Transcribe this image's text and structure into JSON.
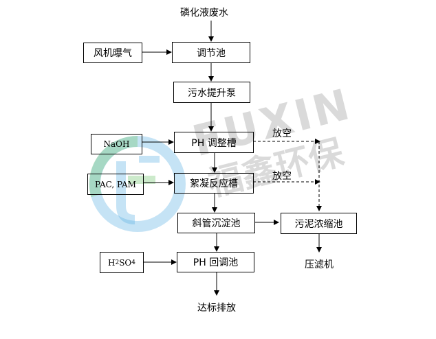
{
  "diagram": {
    "source_label": "磷化液废水",
    "tank_main": "调节池",
    "aeration": "风机曝气",
    "pump": "污水提升泵",
    "ph_tank": "PH 调整槽",
    "naoh": "NaOH",
    "vent_1": "放空",
    "coag_tank": "絮凝反应槽",
    "pac_pam": "PAC, PAM",
    "vent_2": "放空",
    "settler": "斜管沉淀池",
    "sludge_tank": "污泥浓缩池",
    "ph_return": "PH 回调池",
    "h2so4": {
      "h": "H",
      "sub2": "2",
      "so": "SO",
      "sub4": "4"
    },
    "filter_press": "压滤机",
    "discharge": "达标排放"
  },
  "watermark": {
    "text_en": "FUXIN",
    "text_cn": "福鑫环保",
    "logo_color_top": "#4fb0e0",
    "logo_color_bottom": "#6dc46a"
  }
}
